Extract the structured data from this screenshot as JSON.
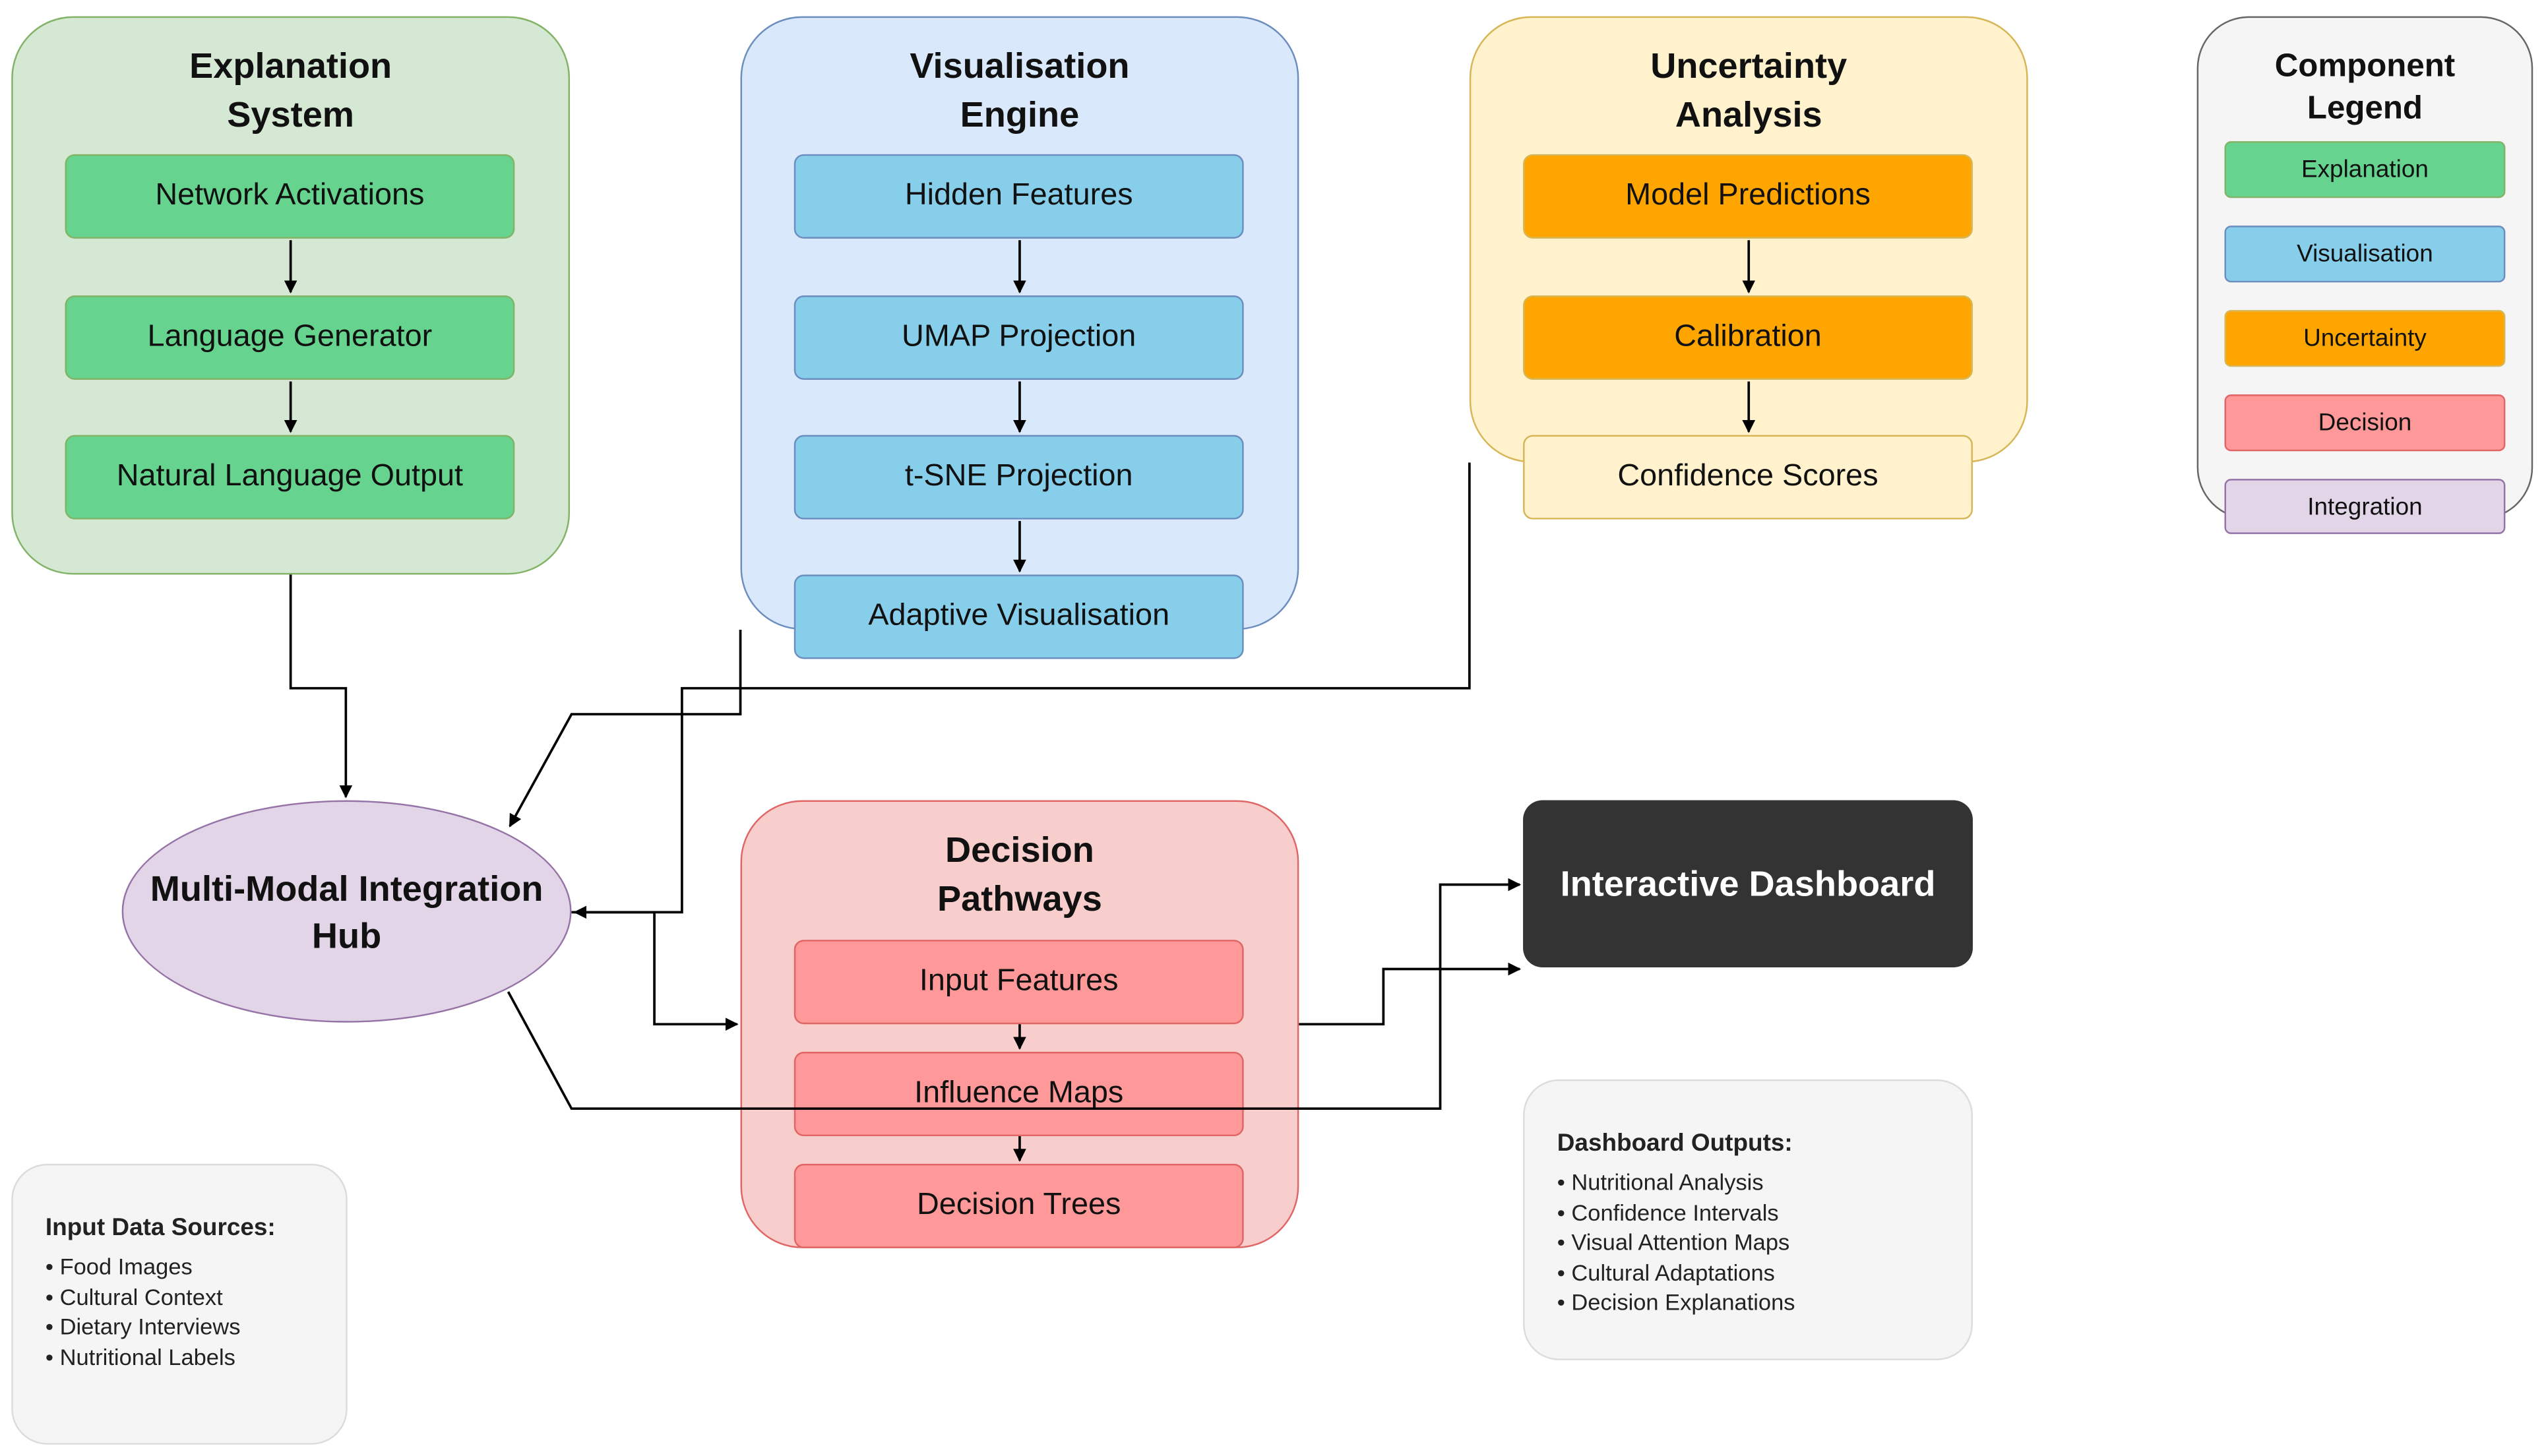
{
  "groups": {
    "explanation": {
      "title": "Explanation\nSystem",
      "nodes": [
        "Network Activations",
        "Language Generator",
        "Natural Language Output"
      ]
    },
    "visualisation": {
      "title": "Visualisation\nEngine",
      "nodes": [
        "Hidden Features",
        "UMAP Projection",
        "t-SNE Projection",
        "Adaptive Visualisation"
      ]
    },
    "uncertainty": {
      "title": "Uncertainty\nAnalysis",
      "nodes": [
        "Model Predictions",
        "Calibration",
        "Confidence Scores"
      ]
    },
    "decision": {
      "title": "Decision\nPathways",
      "nodes": [
        "Input Features",
        "Influence Maps",
        "Decision Trees"
      ]
    }
  },
  "hub": {
    "label": "Multi-Modal Integration\nHub"
  },
  "dashboard": {
    "label": "Interactive Dashboard"
  },
  "legend": {
    "title": "Component\nLegend",
    "items": [
      "Explanation",
      "Visualisation",
      "Uncertainty",
      "Decision",
      "Integration"
    ]
  },
  "input_sources": {
    "title": "Input Data Sources:",
    "items": [
      "• Food Images",
      "• Cultural Context",
      "• Dietary Interviews",
      "• Nutritional Labels"
    ]
  },
  "dashboard_outputs": {
    "title": "Dashboard Outputs:",
    "items": [
      "• Nutritional Analysis",
      "• Confidence Intervals",
      "• Visual Attention Maps",
      "• Cultural Adaptations",
      "• Decision Explanations"
    ]
  },
  "colors": {
    "explanation_fill": "#d5e8d4",
    "explanation_stroke": "#82b366",
    "explanation_node": "#66d48f",
    "visualisation_fill": "#dae8fc",
    "visualisation_stroke": "#6c8ebf",
    "visualisation_node": "#87ceeb",
    "uncertainty_fill": "#fff2cc",
    "uncertainty_stroke": "#d6b656",
    "uncertainty_node": "#ffa500",
    "confidence_node": "#fff2cc",
    "decision_fill": "#f8cecc",
    "decision_stroke": "#e06666",
    "decision_node": "#ff9999",
    "integration": "#e1d5e7",
    "dashboard": "#333333"
  }
}
